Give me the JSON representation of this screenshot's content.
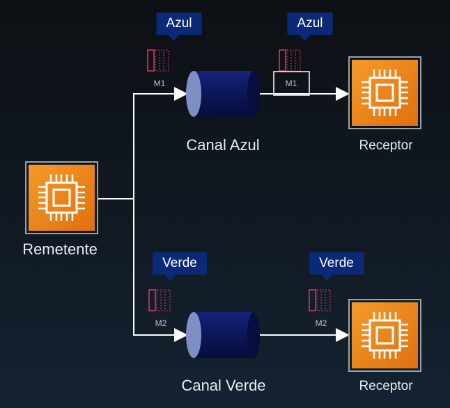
{
  "sender": {
    "label": "Remetente"
  },
  "channels": [
    {
      "name": "Canal Azul",
      "tag_left": "Azul",
      "tag_right": "Azul",
      "message_left": "M1",
      "message_right": "M1",
      "receiver": "Receptor"
    },
    {
      "name": "Canal Verde",
      "tag_left": "Verde",
      "tag_right": "Verde",
      "message_left": "M2",
      "message_right": "M2",
      "receiver": "Receptor"
    }
  ],
  "icons": {
    "chip": "chip-icon",
    "channel": "cylinder-icon",
    "message": "message-icon"
  },
  "colors": {
    "chip": "#f08a1c",
    "channel": "#0d1a5c",
    "tag": "#0a2a78",
    "message": "#d63a6a"
  }
}
